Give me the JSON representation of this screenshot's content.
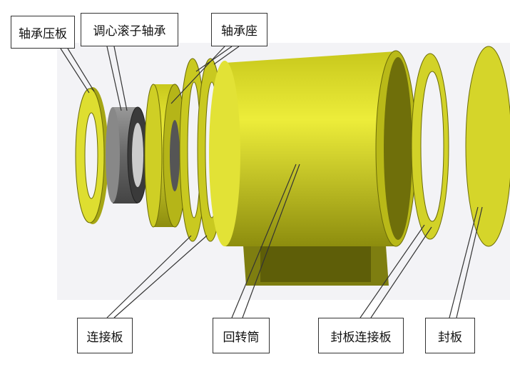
{
  "labels": {
    "bearing_press_plate": "轴承压板",
    "spherical_roller_bearing": "调心滚子轴承",
    "bearing_seat": "轴承座",
    "connecting_plate": "连接板",
    "rotary_drum": "回转筒",
    "seal_plate_connecting_plate": "封板连接板",
    "seal_plate": "封板"
  },
  "colors": {
    "part_yellow": "#d9d92a",
    "part_shadow": "#8f8f10",
    "bearing_gray": "#7a7a7a"
  }
}
